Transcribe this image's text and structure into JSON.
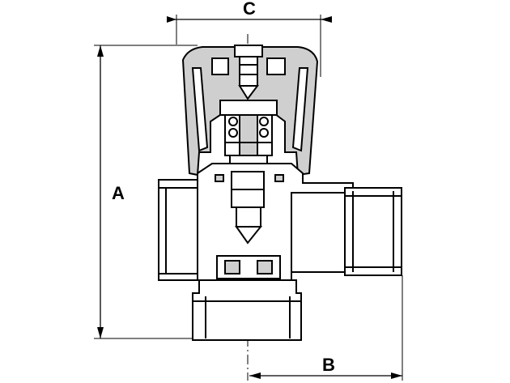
{
  "dimensions": {
    "a": "A",
    "b": "B",
    "c": "C"
  },
  "colors": {
    "line": "#000000",
    "shade": "#cfcfcf",
    "background": "#ffffff"
  }
}
